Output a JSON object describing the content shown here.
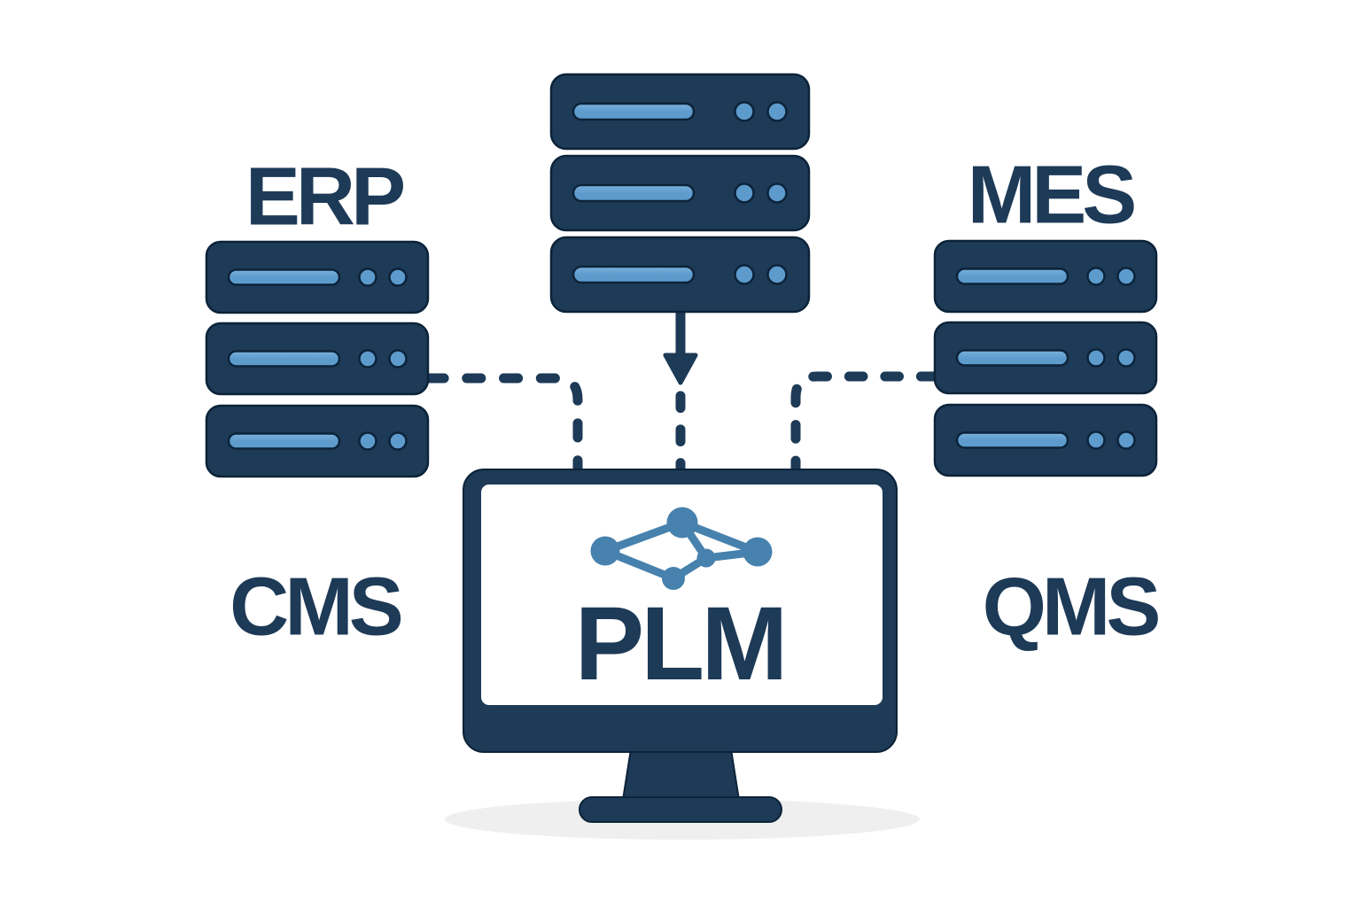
{
  "labels": {
    "erp": "ERP",
    "mes": "MES",
    "cms": "CMS",
    "qms": "QMS",
    "plm": "PLM"
  },
  "colors": {
    "navy": "#1d3a57",
    "navy_border": "#0c2339",
    "accent_blue": "#5e9bcd",
    "accent_blue_light": "#7ab1dc",
    "icon_blue": "#4781ae",
    "shadow": "#efefef",
    "screen_white": "#ffffff",
    "background": "#ffffff"
  },
  "icons": {
    "top_system": "server-stack-icon",
    "erp_system": "server-stack-icon",
    "mes_system": "server-stack-icon",
    "plm_system": "monitor-icon",
    "plm_screen": "network-graph-icon",
    "top_link": "arrow-down-icon",
    "erp_link": "dashed-connector",
    "mes_link": "dashed-connector"
  },
  "connections": [
    {
      "from": "top-server-stack",
      "to": "plm-monitor",
      "style": "solid-arrow-then-dashed"
    },
    {
      "from": "erp-server-stack",
      "to": "plm-monitor",
      "style": "dashed-elbow"
    },
    {
      "from": "mes-server-stack",
      "to": "plm-monitor",
      "style": "dashed-elbow"
    }
  ]
}
